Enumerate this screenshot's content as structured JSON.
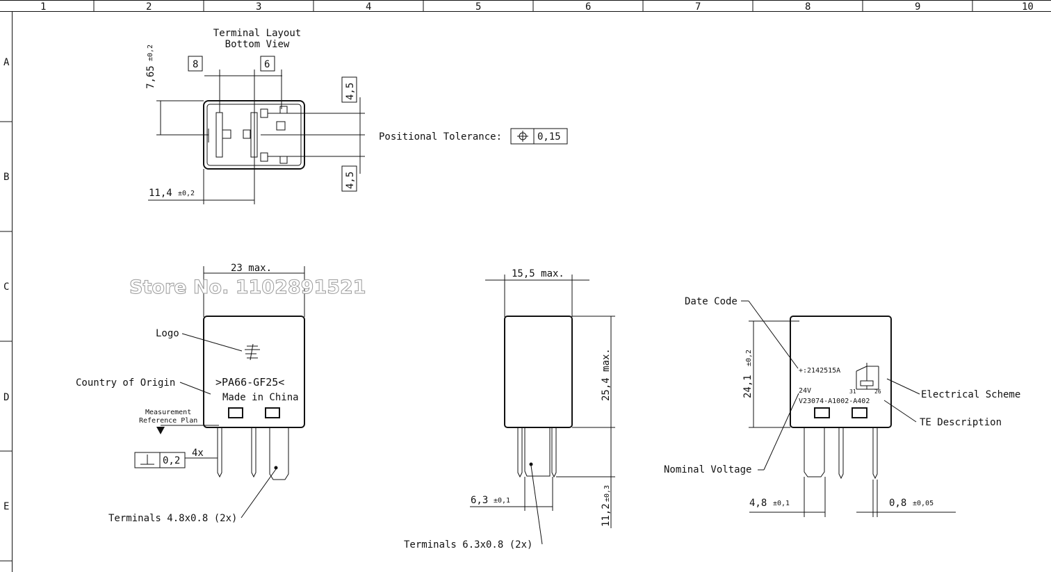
{
  "frame": {
    "columns": [
      "1",
      "2",
      "3",
      "4",
      "5",
      "6",
      "7",
      "8",
      "9",
      "10"
    ],
    "rows": [
      "A",
      "B",
      "C",
      "D",
      "E"
    ]
  },
  "terminal_layout": {
    "title_line1": "Terminal Layout",
    "title_line2": "Bottom View",
    "dim_765": "7,65",
    "dim_765_tol": "±0,2",
    "dim_114": "11,4",
    "dim_114_tol": "±0,2",
    "box_8": "8",
    "box_6": "6",
    "dim_45_top": "4,5",
    "dim_45_bottom": "4,5",
    "positional_tolerance_label": "Positional Tolerance:",
    "positional_tolerance_value": "0,15"
  },
  "front_view": {
    "width_dim": "23 max.",
    "logo_label": "Logo",
    "origin_label": "Country of Origin",
    "material_text": ">PA66-GF25<",
    "made_in": "Made in China",
    "measure_label_1": "Measurement",
    "measure_label_2": "Reference Plan",
    "perp_value": "0,2",
    "count_4x": "4x",
    "terminals_label": "Terminals 4.8x0.8 (2x)"
  },
  "side_view": {
    "width_dim": "15,5 max.",
    "height_dim": "25,4 max.",
    "pin_height_dim": "11,2",
    "pin_height_tol": "±0,3",
    "pin_width_dim": "6,3",
    "pin_width_tol": "±0,1",
    "terminals_label": "Terminals 6.3x0.8 (2x)"
  },
  "rear_view": {
    "date_code_label": "Date Code",
    "date_code_text": "+:2142515A",
    "height_dim": "24,1",
    "height_tol": "±0,2",
    "voltage_text": "24V",
    "part_number": "V23074-A1002-A402",
    "pin_31": "31",
    "pin_26": "26",
    "electrical_scheme_label": "Electrical Scheme",
    "te_description_label": "TE Description",
    "nominal_voltage_label": "Nominal Voltage",
    "pin_width_dim": "4,8",
    "pin_width_tol": "±0,1",
    "pin_thick_dim": "0,8",
    "pin_thick_tol": "±0,05"
  },
  "watermark": "Store No. 1102891521"
}
